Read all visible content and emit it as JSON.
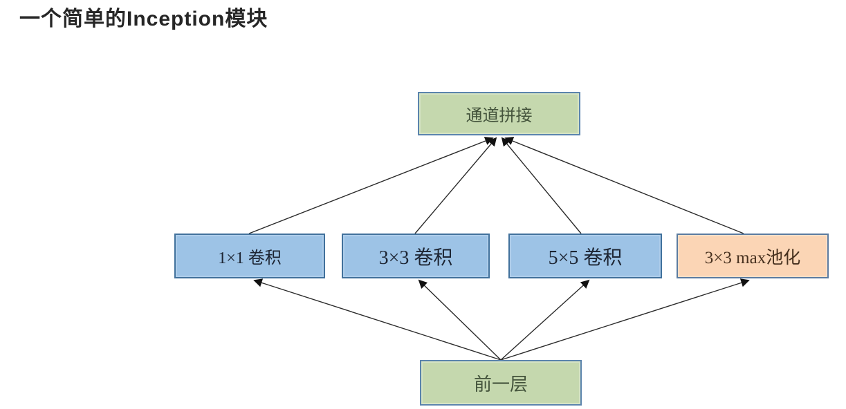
{
  "title": "一个简单的Inception模块",
  "colors": {
    "background": "#ffffff",
    "title_text": "#262626",
    "concat_fill": "#c5d8ae",
    "conv_fill": "#9dc3e6",
    "pool_fill": "#fbd5b5",
    "blue_box_border": "#41719c",
    "green_box_border": "#5b84ad",
    "orange_box_border": "#5b7ba0",
    "green_box_text": "#44543c",
    "blue_box_text": "#1d2533",
    "orange_box_text": "#47311f",
    "arrow": "#2b2b2b"
  },
  "nodes": {
    "concat": {
      "label": "通道拼接"
    },
    "conv1x1": {
      "label": "1×1 卷积"
    },
    "conv3x3": {
      "label": "3×3 卷积"
    },
    "conv5x5": {
      "label": "5×5 卷积"
    },
    "maxpool": {
      "label": "3×3 max池化"
    },
    "prev_layer": {
      "label": "前一层"
    }
  },
  "edges": [
    {
      "from": "prev_layer",
      "to": "conv1x1"
    },
    {
      "from": "prev_layer",
      "to": "conv3x3"
    },
    {
      "from": "prev_layer",
      "to": "conv5x5"
    },
    {
      "from": "prev_layer",
      "to": "maxpool"
    },
    {
      "from": "conv1x1",
      "to": "concat"
    },
    {
      "from": "conv3x3",
      "to": "concat"
    },
    {
      "from": "conv5x5",
      "to": "concat"
    },
    {
      "from": "maxpool",
      "to": "concat"
    }
  ]
}
